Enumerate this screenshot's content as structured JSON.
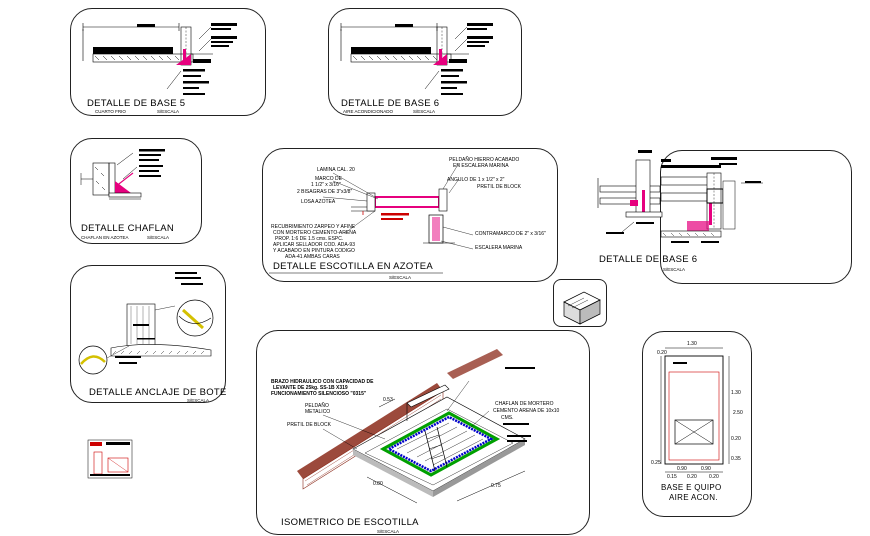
{
  "colors": {
    "line": "#000000",
    "magenta": "#e6007e",
    "red": "#cc0000",
    "green": "#00a000",
    "blue": "#0000cc",
    "brown": "#8b2a1a",
    "yellow": "#d4c000"
  },
  "base5": {
    "title": "DETALLE DE BASE 5",
    "subtitle_left": "CUARTO FRIO",
    "subtitle_right": "S/ESCALA"
  },
  "base6a": {
    "title": "DETALLE DE BASE 6",
    "subtitle_left": "AIRE ACONDICIONADO",
    "subtitle_right": "S/ESCALA"
  },
  "chaflan": {
    "title": "DETALLE  CHAFLAN",
    "subtitle_left": "CHAFLAN EN AZOTEA",
    "subtitle_right": "S/ESCALA"
  },
  "escotilla": {
    "title": "DETALLE ESCOTILLA EN AZOTEA",
    "subtitle": "S/ESCALA",
    "notes_left": [
      "LAMINA CAL. 20",
      "MARCO DE",
      "1  1/2\" x 3/16\"",
      "2 BISAGRAS DE 3\"x3/8\"",
      "LOSA AZOTEA",
      "RECUBRIMIENTO ZARPEO Y AFINE",
      "CON MORTERO CEMENTO-ARENA",
      "PROP. 1:6 DE 1.5 cms. ESPC.",
      "APLICAR SELLADOR COD. ADA-93",
      "Y ACABADO EN PINTURA  CODIGO",
      "ADA-41 AMBAS CARAS"
    ],
    "notes_right": [
      "PELDAÑO HIERRO ACABADO",
      "EN ESCALERA MARINA",
      "ANGULO DE 1 x 1/2\" x 2\"",
      "PRETIL DE BLOCK",
      "CONTRAMARCO DE 2\" x 3/16\"",
      "ESCALERA MARINA"
    ]
  },
  "base6b": {
    "title": "DETALLE DE BASE 6",
    "subtitle": "S/ESCALA"
  },
  "bote": {
    "title": "DETALLE ANCLAJE DE BOTE",
    "subtitle": "S/ESCALA"
  },
  "isometrico": {
    "title": "ISOMETRICO DE ESCOTILLA",
    "subtitle": "S/ESCALA",
    "notes": [
      "BRAZO HIDRAULICO CON CAPACIDAD DE",
      "LEVANTE DE 25kg. SS-1B X319",
      "FUNCIONAMIENTO SILENCIOSO \"0315\"",
      "PELDAÑO",
      "METALICO",
      "PRETIL DE BLOCK",
      "CHAFLAN DE MORTERO",
      "CEMENTO ARENA DE 10x10",
      "CMS."
    ],
    "dims": [
      "0.53",
      "0.80",
      "0.75"
    ]
  },
  "aire": {
    "title_lines": [
      "BASE E QUIPO",
      "AIRE ACON."
    ],
    "dims": [
      "1.30",
      "0.20",
      "1.30",
      "2.50",
      "0.20",
      "0.35",
      "0.25",
      "0.90",
      "0.90",
      "0.15",
      "0.20",
      "0.20"
    ]
  }
}
